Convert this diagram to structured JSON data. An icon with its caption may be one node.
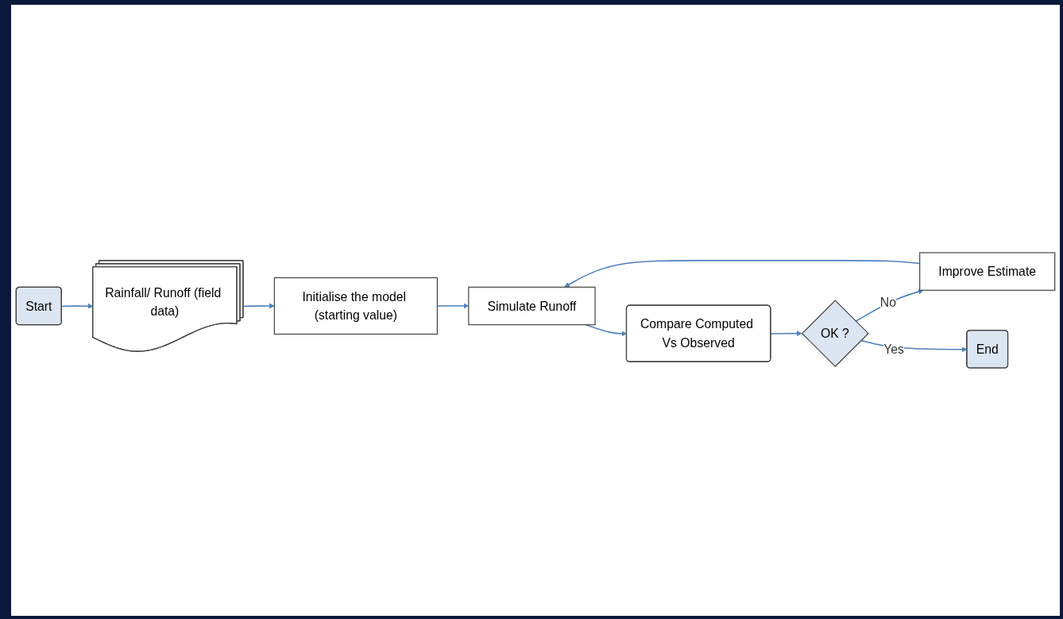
{
  "diagram": {
    "nodes": [
      {
        "text": [
          "Start"
        ]
      },
      {
        "text": [
          "Rainfall/ Runoff (field data)"
        ]
      },
      {
        "text": [
          "Initialise the model (starting value)"
        ]
      },
      {
        "text": [
          "Simulate Runoff"
        ]
      },
      {
        "text": [
          "Compare Computed Vs Observed"
        ]
      },
      {
        "text": [
          "OK ?"
        ]
      },
      {
        "text": [
          "Improve Estimate"
        ]
      },
      {
        "text": [
          "End"
        ]
      }
    ],
    "edges": [
      {
        "from": 0,
        "to": 1,
        "arrow": "to"
      },
      {
        "from": 1,
        "to": 2,
        "arrow": "to"
      },
      {
        "from": 2,
        "to": 3,
        "arrow": "to"
      },
      {
        "from": 3,
        "to": 4,
        "arrow": "to"
      },
      {
        "from": 4,
        "to": 5,
        "arrow": "to"
      },
      {
        "from": 5,
        "to": 6,
        "label": "No",
        "arrow": "to"
      },
      {
        "from": 6,
        "to": 3,
        "arrow": "to"
      },
      {
        "from": 5,
        "to": 7,
        "label": "Yes",
        "arrow": "to"
      }
    ]
  }
}
